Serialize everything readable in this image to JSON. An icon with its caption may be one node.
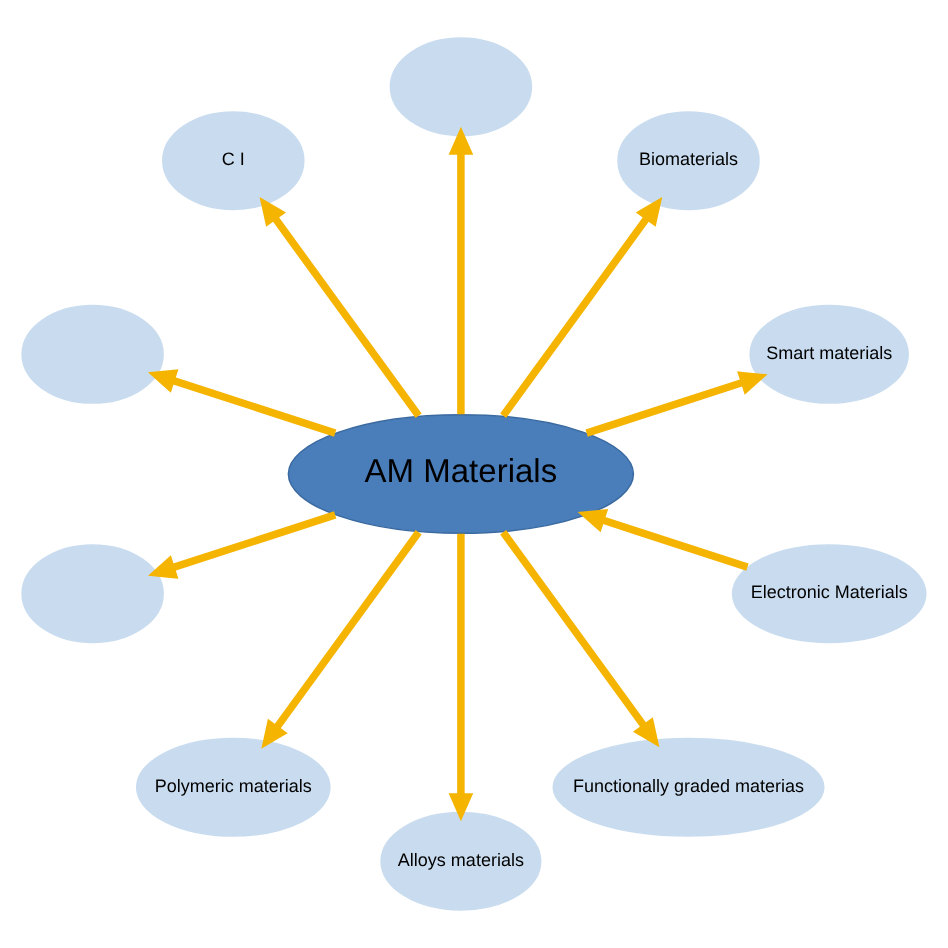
{
  "diagram": {
    "nodes": [
      {
        "text": [
          "AM Materials"
        ]
      },
      {
        "text": [
          "Smart materials"
        ]
      },
      {
        "text": [
          "Electronic Materials"
        ]
      },
      {
        "text": [
          "Biomaterials"
        ]
      },
      {
        "text": [],
        "shape": "ellipse"
      },
      {
        "text": [
          "C I"
        ]
      },
      {
        "text": [],
        "shape": "ellipse"
      },
      {
        "text": [],
        "shape": "ellipse"
      },
      {
        "text": [
          "Polymeric materials"
        ]
      },
      {
        "text": [
          "Alloys materials"
        ]
      },
      {
        "text": [
          "Functionally graded materias"
        ]
      }
    ],
    "edges": [
      {
        "from": 0,
        "to": 1,
        "arrow": "to"
      },
      {
        "from": 2,
        "to": 0,
        "arrow": "to"
      },
      {
        "from": 0,
        "to": 3,
        "arrow": "to"
      },
      {
        "from": 0,
        "to": 4,
        "arrow": "to"
      },
      {
        "from": 0,
        "to": 5,
        "arrow": "to"
      },
      {
        "from": 0,
        "to": 6,
        "arrow": "to"
      },
      {
        "from": 0,
        "to": 7,
        "arrow": "to"
      },
      {
        "from": 0,
        "to": 8,
        "arrow": "to"
      },
      {
        "from": 0,
        "to": 9,
        "arrow": "to"
      },
      {
        "from": 0,
        "to": 10,
        "arrow": "to"
      }
    ]
  }
}
